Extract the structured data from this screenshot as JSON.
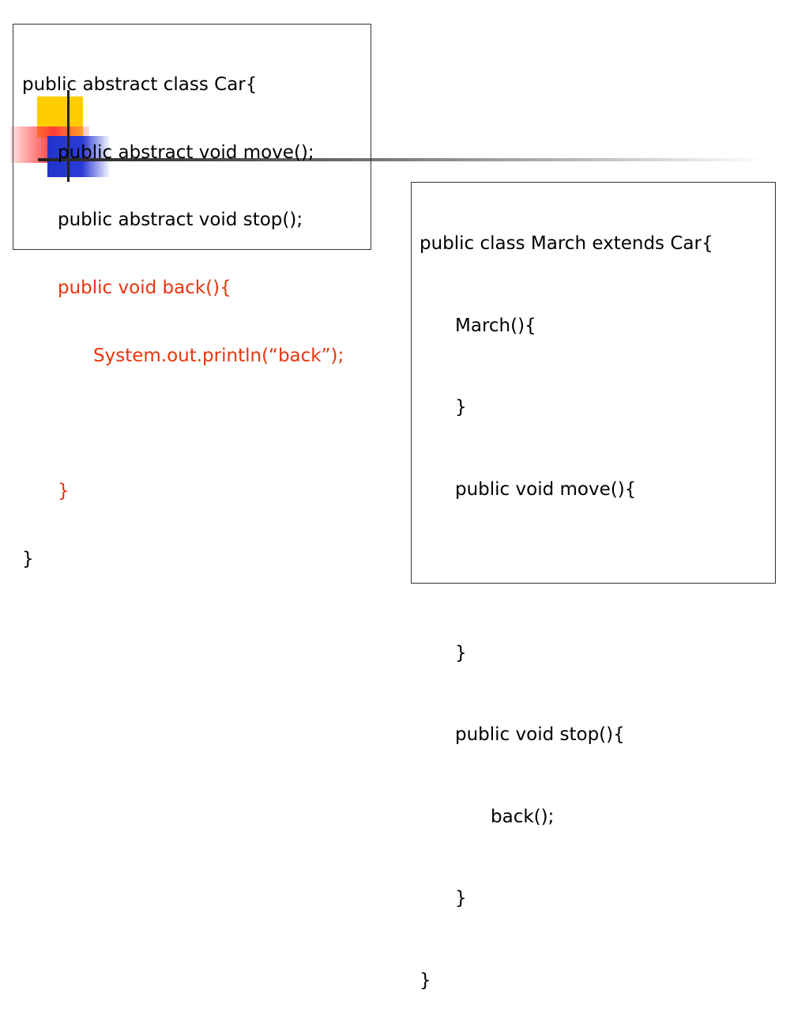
{
  "slide": {
    "car_class": {
      "lines": [
        "public abstract class Car{",
        "public abstract void move();",
        "public abstract void stop();",
        "public void back(){",
        "System.out.println(“back”);",
        "",
        "}",
        "}"
      ],
      "highlight_color": "#e8340c"
    },
    "march_class": {
      "lines": [
        "public class March extends Car{",
        "March(){",
        "}",
        "public void move(){",
        "",
        "}",
        "public void stop(){",
        "back();",
        "}",
        "}"
      ]
    }
  },
  "colors": {
    "deco_yellow": "#ffcc00",
    "deco_red": "#ff3b3b",
    "deco_blue": "#2233cc"
  }
}
